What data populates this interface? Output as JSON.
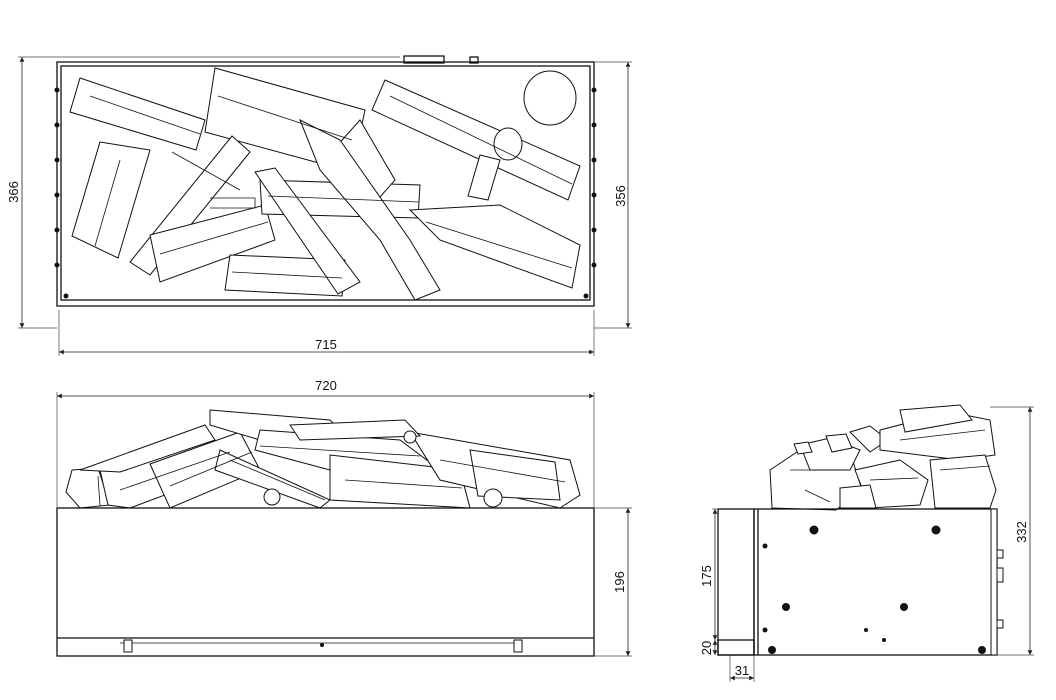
{
  "top_view": {
    "width_label": "715",
    "height_outer_label": "366",
    "height_inner_label": "356"
  },
  "front_view": {
    "width_label": "720",
    "box_height_label": "196"
  },
  "side_view": {
    "total_height_label": "332",
    "panel_height_label": "175",
    "foot_height_label": "20",
    "foot_depth_label": "31"
  },
  "colors": {
    "line": "#111111",
    "background": "#ffffff"
  }
}
